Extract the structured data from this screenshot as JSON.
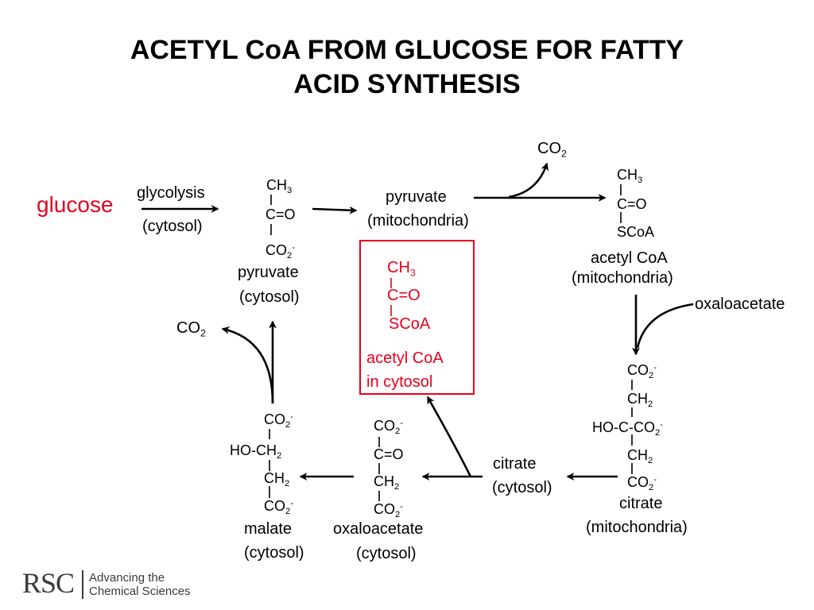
{
  "title_line1": "ACETYL CoA FROM GLUCOSE FOR FATTY",
  "title_line2": "ACID SYNTHESIS",
  "colors": {
    "highlight": "#e8001c",
    "text": "#000000"
  },
  "labels": {
    "glucose": "glucose",
    "glycolysis": "glycolysis",
    "cytosol_paren": "(cytosol)",
    "pyruvate": "pyruvate",
    "mitochondria_paren": "(mitochondria)",
    "acetyl_coa": "acetyl CoA",
    "in_cytosol": "in cytosol",
    "oxaloacetate": "oxaloacetate",
    "citrate": "citrate",
    "malate": "malate"
  },
  "chem": {
    "ch3_base": "CH",
    "ch3_sub": "3",
    "ch2_base": "CH",
    "ch2_sub": "2",
    "co2_base": "CO",
    "co2_sub": "2",
    "minus": "-",
    "c_eq_o": "C=O",
    "scoa": "SCoA",
    "ho_c_co2_prefix": "HO-C-CO",
    "ho_ch2_prefix": "HO-CH"
  },
  "logo": {
    "mark": "RSC",
    "line1": "Advancing the",
    "line2": "Chemical Sciences"
  }
}
